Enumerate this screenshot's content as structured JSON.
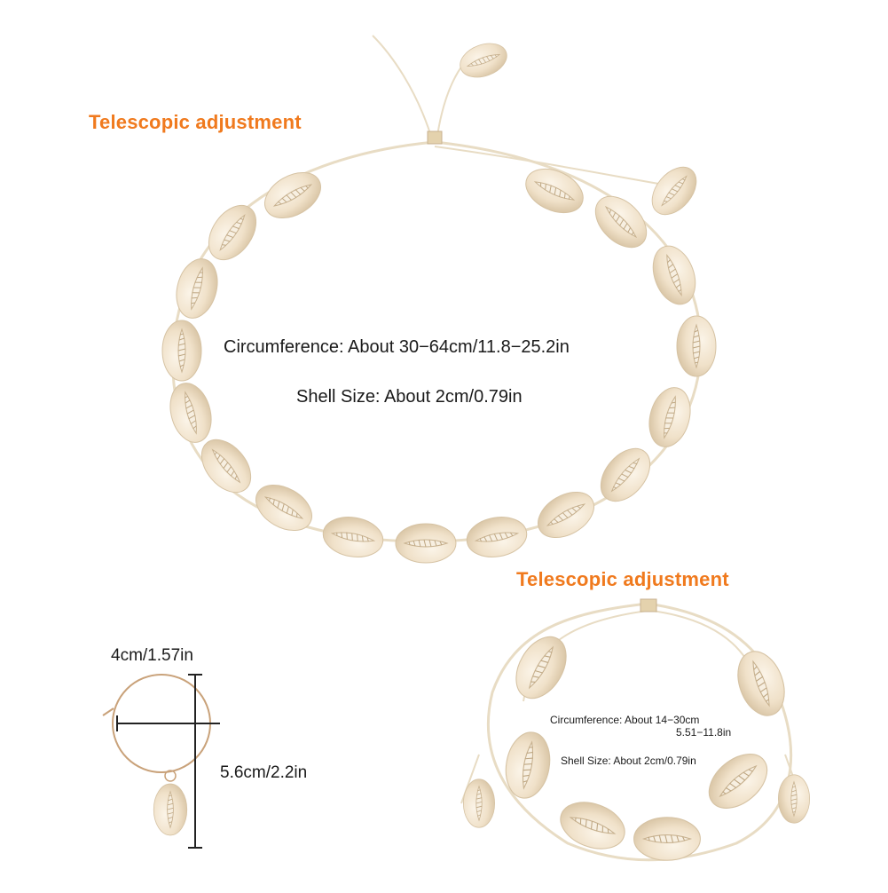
{
  "necklace": {
    "adjust_label": "Telescopic adjustment",
    "circumference": "Circumference: About 30−64cm/11.8−25.2in",
    "shell_size": "Shell Size: About 2cm/0.79in"
  },
  "earring": {
    "diameter": "4cm/1.57in",
    "length": "5.6cm/2.2in"
  },
  "bracelet": {
    "adjust_label": "Telescopic adjustment",
    "circumference_line1": "Circumference: About 14−30cm",
    "circumference_line2": "5.51−11.8in",
    "shell_size": "Shell Size: About 2cm/0.79in"
  },
  "colors": {
    "accent": "#f07a1e",
    "shell": "#efe2cc",
    "cord": "#e8dcc4",
    "gold": "#c9a27a"
  }
}
